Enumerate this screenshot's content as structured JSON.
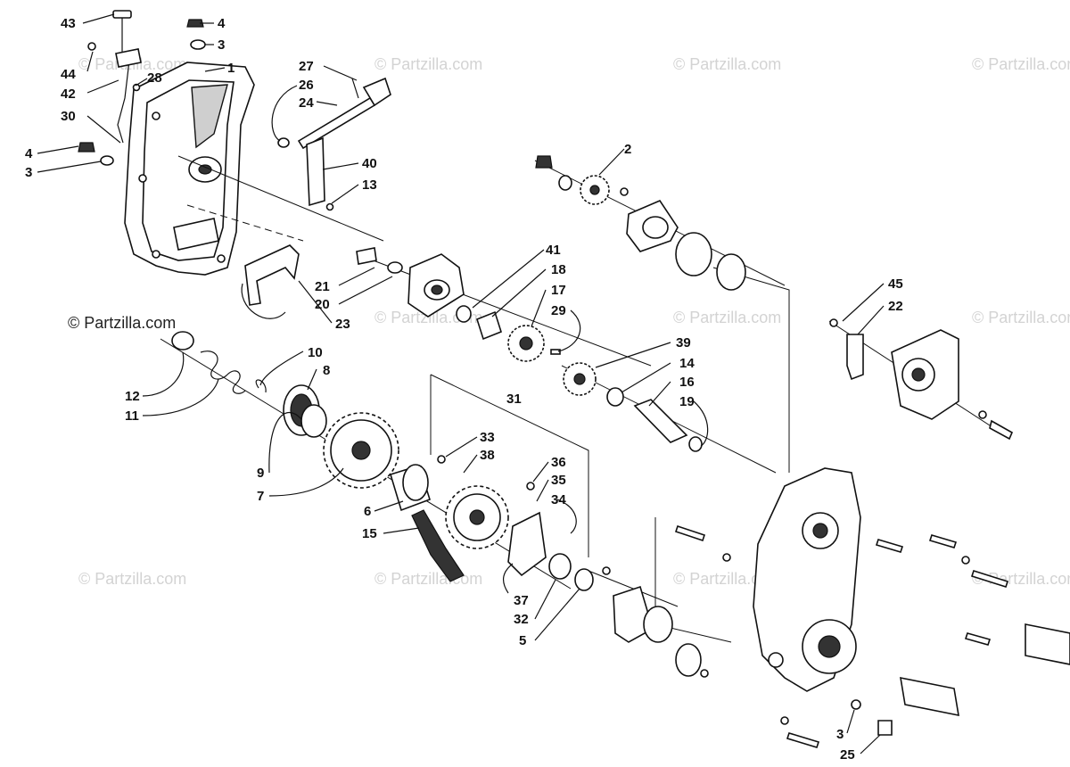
{
  "watermark": {
    "text": "© Partzilla.com",
    "copyright_text": "© Partzilla.com"
  },
  "callouts": [
    {
      "id": "43",
      "text": "43"
    },
    {
      "id": "4a",
      "text": "4"
    },
    {
      "id": "3a",
      "text": "3"
    },
    {
      "id": "44",
      "text": "44"
    },
    {
      "id": "1",
      "text": "1"
    },
    {
      "id": "28",
      "text": "28"
    },
    {
      "id": "42",
      "text": "42"
    },
    {
      "id": "30",
      "text": "30"
    },
    {
      "id": "4b",
      "text": "4"
    },
    {
      "id": "3b",
      "text": "3"
    },
    {
      "id": "27",
      "text": "27"
    },
    {
      "id": "26",
      "text": "26"
    },
    {
      "id": "24",
      "text": "24"
    },
    {
      "id": "40",
      "text": "40"
    },
    {
      "id": "13",
      "text": "13"
    },
    {
      "id": "2",
      "text": "2"
    },
    {
      "id": "41",
      "text": "41"
    },
    {
      "id": "18",
      "text": "18"
    },
    {
      "id": "17",
      "text": "17"
    },
    {
      "id": "29",
      "text": "29"
    },
    {
      "id": "21",
      "text": "21"
    },
    {
      "id": "20",
      "text": "20"
    },
    {
      "id": "23",
      "text": "23"
    },
    {
      "id": "45",
      "text": "45"
    },
    {
      "id": "22",
      "text": "22"
    },
    {
      "id": "10",
      "text": "10"
    },
    {
      "id": "8",
      "text": "8"
    },
    {
      "id": "12",
      "text": "12"
    },
    {
      "id": "11",
      "text": "11"
    },
    {
      "id": "39",
      "text": "39"
    },
    {
      "id": "14",
      "text": "14"
    },
    {
      "id": "16",
      "text": "16"
    },
    {
      "id": "19",
      "text": "19"
    },
    {
      "id": "31",
      "text": "31"
    },
    {
      "id": "33",
      "text": "33"
    },
    {
      "id": "38",
      "text": "38"
    },
    {
      "id": "36",
      "text": "36"
    },
    {
      "id": "35",
      "text": "35"
    },
    {
      "id": "34",
      "text": "34"
    },
    {
      "id": "9",
      "text": "9"
    },
    {
      "id": "7",
      "text": "7"
    },
    {
      "id": "6",
      "text": "6"
    },
    {
      "id": "15",
      "text": "15"
    },
    {
      "id": "37",
      "text": "37"
    },
    {
      "id": "32",
      "text": "32"
    },
    {
      "id": "5",
      "text": "5"
    },
    {
      "id": "3c",
      "text": "3"
    },
    {
      "id": "25",
      "text": "25"
    }
  ],
  "colors": {
    "line": "#111111",
    "background": "#ffffff",
    "watermark": "#d3d3d3"
  }
}
